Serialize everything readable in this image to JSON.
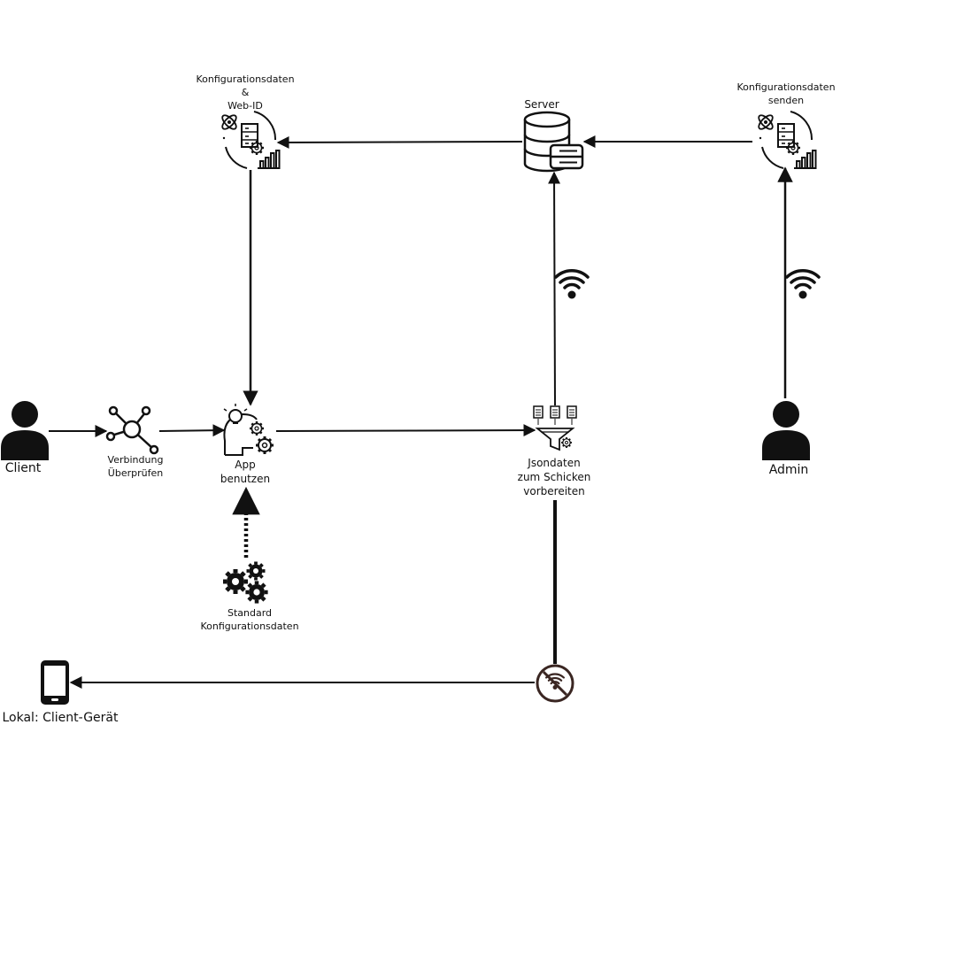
{
  "labels": {
    "config_left": [
      "Konfigurationsdaten",
      "&",
      "Web-ID"
    ],
    "server": "Server",
    "config_right": [
      "Konfigurationsdaten",
      "senden"
    ],
    "client": "Client",
    "verbindung": [
      "Verbindung",
      "Überprüfen"
    ],
    "app": [
      "App",
      "benutzen"
    ],
    "json": [
      "Jsondaten",
      "zum Schicken",
      "vorbereiten"
    ],
    "admin": "Admin",
    "standard": [
      "Standard",
      "Konfigurationsdaten"
    ],
    "lokal": "Lokal: Client-Gerät"
  },
  "colors": {
    "stroke": "#111111",
    "offline_icon": "#3a2622",
    "background": "#ffffff"
  },
  "icons": [
    "person-icon",
    "network-hub-icon",
    "config-data-icon",
    "database-server-icon",
    "wifi-icon",
    "app-idea-icon",
    "json-funnel-icon",
    "gears-icon",
    "no-wifi-icon",
    "smartphone-icon"
  ]
}
